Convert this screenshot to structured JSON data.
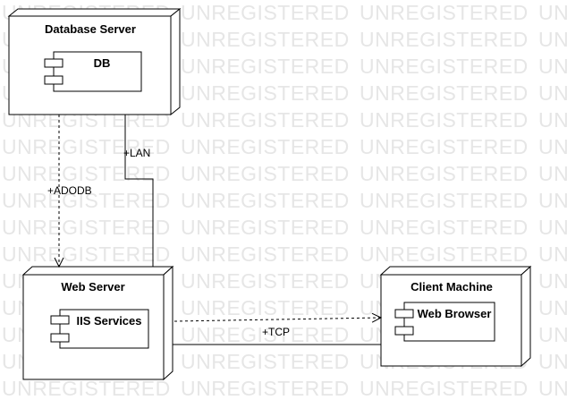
{
  "watermark": "UNREGISTERED",
  "nodes": {
    "database_server": {
      "title": "Database Server",
      "component": "DB"
    },
    "web_server": {
      "title": "Web Server",
      "component": "IIS Services"
    },
    "client_machine": {
      "title": "Client Machine",
      "component": "Web Browser"
    }
  },
  "connections": {
    "lan": "+LAN",
    "adodb": "+ADODB",
    "tcp": "+TCP"
  }
}
